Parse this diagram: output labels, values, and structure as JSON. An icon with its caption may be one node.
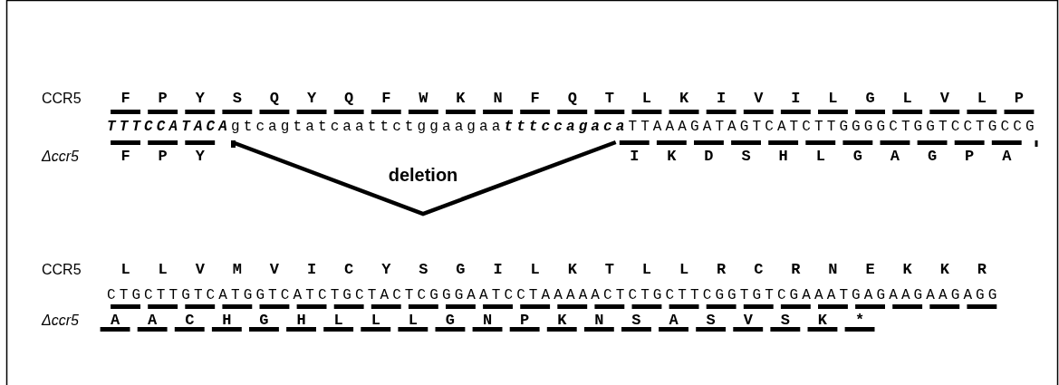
{
  "diagram": {
    "labels": [
      "CCR5",
      "F",
      "P",
      "Y",
      "S",
      "Q",
      "Y",
      "Q",
      "F",
      "W",
      "K",
      "N",
      "F",
      "Q",
      "T",
      "L",
      "K",
      "I",
      "V",
      "I",
      "L",
      "G",
      "L",
      "V",
      "L",
      "P",
      "**TTTCCATACA**gtcagtatcaattctggaagaa**tttccagaca**TTAAAGATAGTCATCTTGGGGCTGGTCCTGCCG",
      "Δccr5",
      "F",
      "P",
      "Y",
      "I",
      "K",
      "D",
      "S",
      "H",
      "L",
      "G",
      "A",
      "G",
      "P",
      "A",
      "deletion",
      "CCR5",
      "L",
      "L",
      "V",
      "M",
      "V",
      "I",
      "C",
      "Y",
      "S",
      "G",
      "I",
      "L",
      "K",
      "T",
      "L",
      "L",
      "R",
      "C",
      "R",
      "N",
      "E",
      "K",
      "K",
      "R",
      "CTGCTTGTCATGGTCATCTGCTACTCGGGAATCCTAAAAACTCTGCTTCGGTGTCGAAATGAGAAGAAGAGG",
      "Δccr5",
      "A",
      "A",
      "C",
      "H",
      "G",
      "H",
      "L",
      "L",
      "L",
      "G",
      "N",
      "P",
      "K",
      "N",
      "S",
      "A",
      "S",
      "V",
      "S",
      "K",
      "*"
    ]
  }
}
